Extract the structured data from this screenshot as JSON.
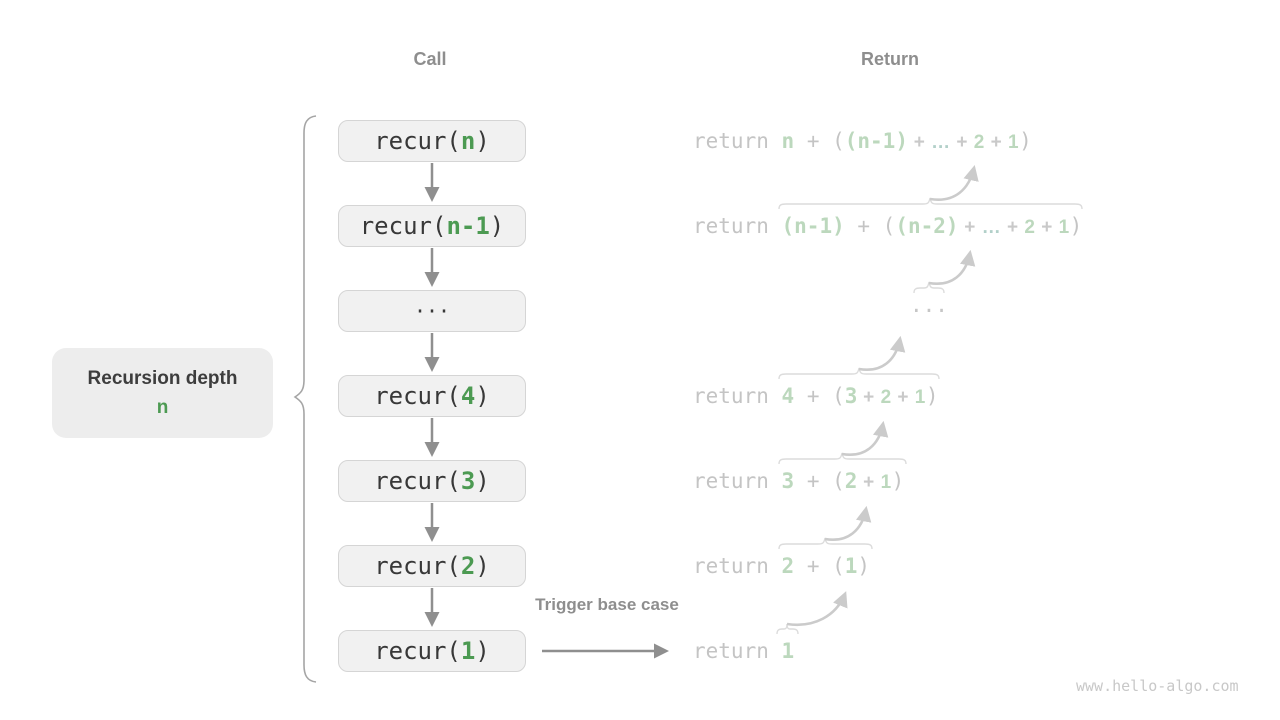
{
  "headers": {
    "call_col": "Call",
    "return_col": "Return"
  },
  "depth_label": {
    "title": "Recursion depth",
    "value": "n"
  },
  "trigger_label": "Trigger base case",
  "watermark": "www.hello-algo.com",
  "colors": {
    "accent_green": "#4c9a52",
    "pale_green": "#bcd8bd",
    "box_bg": "#f1f1f1",
    "box_border": "#d5d5d5",
    "gray_text": "#8e8e8e",
    "faded_text": "#c4c4c4"
  },
  "call_stack": [
    {
      "pre": "recur(",
      "arg": "n",
      "post": ")"
    },
    {
      "pre": "recur(",
      "arg": "n-1",
      "post": ")"
    },
    {
      "pre": "···",
      "arg": "",
      "post": ""
    },
    {
      "pre": "recur(",
      "arg": "4",
      "post": ")"
    },
    {
      "pre": "recur(",
      "arg": "3",
      "post": ")"
    },
    {
      "pre": "recur(",
      "arg": "2",
      "post": ")"
    },
    {
      "pre": "recur(",
      "arg": "1",
      "post": ")"
    }
  ],
  "return_rows": [
    {
      "segments": [
        {
          "t": "return ",
          "c": "kw"
        },
        {
          "t": "n",
          "c": "g"
        },
        {
          "t": " + (",
          "c": "op"
        },
        {
          "t": "(n-1)",
          "c": "gb"
        },
        {
          "t": " + ",
          "c": "ops"
        },
        {
          "t": "…",
          "c": "el"
        },
        {
          "t": " + ",
          "c": "ops"
        },
        {
          "t": "2",
          "c": "gs"
        },
        {
          "t": " + ",
          "c": "ops"
        },
        {
          "t": "1",
          "c": "gs"
        },
        {
          "t": ")",
          "c": "op"
        }
      ]
    },
    {
      "segments": [
        {
          "t": "return ",
          "c": "kw"
        },
        {
          "t": "(n-1)",
          "c": "gb"
        },
        {
          "t": " + (",
          "c": "op"
        },
        {
          "t": "(n-2)",
          "c": "gb"
        },
        {
          "t": " + ",
          "c": "ops"
        },
        {
          "t": "…",
          "c": "el"
        },
        {
          "t": " + ",
          "c": "ops"
        },
        {
          "t": "2",
          "c": "gs"
        },
        {
          "t": " + ",
          "c": "ops"
        },
        {
          "t": "1",
          "c": "gs"
        },
        {
          "t": ")",
          "c": "op"
        }
      ]
    },
    {
      "segments": [
        {
          "t": "···",
          "c": "dots"
        }
      ]
    },
    {
      "segments": [
        {
          "t": "return ",
          "c": "kw"
        },
        {
          "t": "4",
          "c": "g"
        },
        {
          "t": " + (",
          "c": "op"
        },
        {
          "t": "3",
          "c": "g"
        },
        {
          "t": " + ",
          "c": "ops"
        },
        {
          "t": "2",
          "c": "gs"
        },
        {
          "t": " + ",
          "c": "ops"
        },
        {
          "t": "1",
          "c": "gs"
        },
        {
          "t": ")",
          "c": "op"
        }
      ]
    },
    {
      "segments": [
        {
          "t": "return ",
          "c": "kw"
        },
        {
          "t": "3",
          "c": "g"
        },
        {
          "t": " + (",
          "c": "op"
        },
        {
          "t": "2",
          "c": "g"
        },
        {
          "t": " + ",
          "c": "ops"
        },
        {
          "t": "1",
          "c": "gs"
        },
        {
          "t": ")",
          "c": "op"
        }
      ]
    },
    {
      "segments": [
        {
          "t": "return ",
          "c": "kw"
        },
        {
          "t": "2",
          "c": "g"
        },
        {
          "t": " + (",
          "c": "op"
        },
        {
          "t": "1",
          "c": "g"
        },
        {
          "t": ")",
          "c": "op"
        }
      ]
    },
    {
      "segments": [
        {
          "t": "return ",
          "c": "kw"
        },
        {
          "t": "1",
          "c": "g"
        }
      ]
    }
  ]
}
